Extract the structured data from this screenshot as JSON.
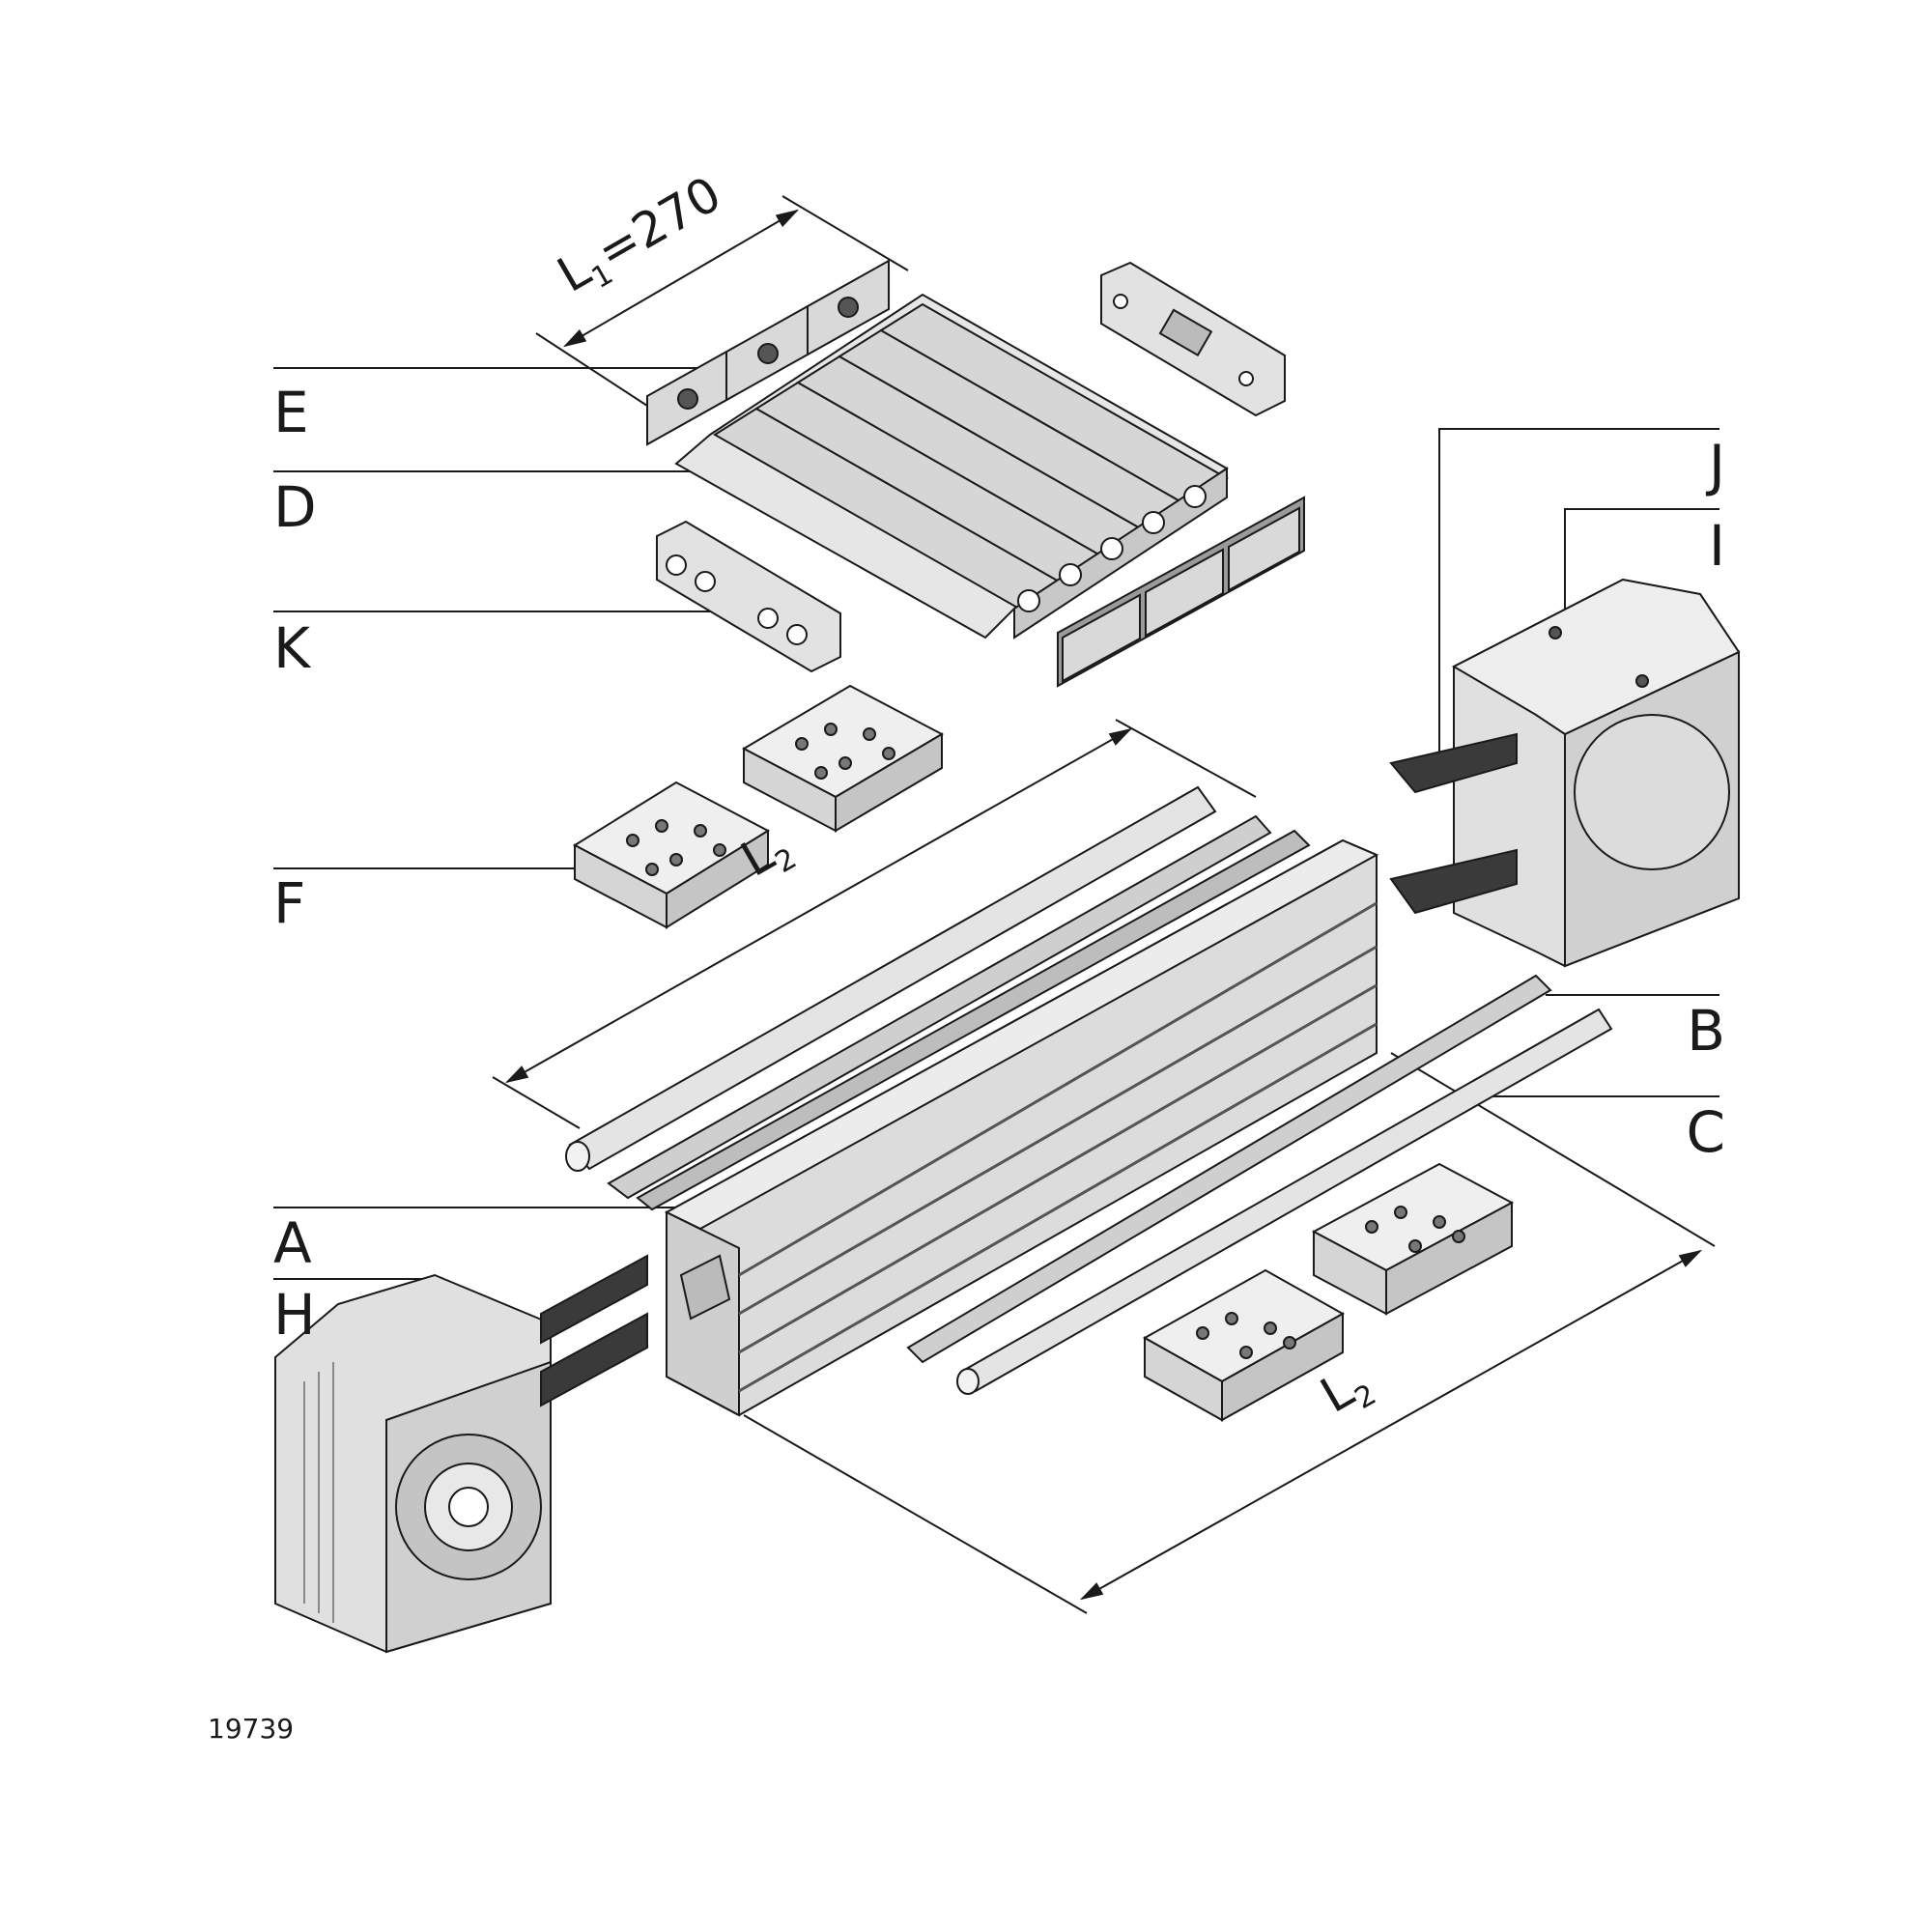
{
  "labels": {
    "A": "A",
    "B": "B",
    "C": "C",
    "D": "D",
    "E": "E",
    "F": "F",
    "H": "H",
    "I": "I",
    "J": "J",
    "K": "K"
  },
  "dimensions": {
    "l1": {
      "symbol": "L",
      "subscript": "1",
      "value": "=270"
    },
    "l2_upper": {
      "symbol": "L",
      "subscript": "2"
    },
    "l2_lower": {
      "symbol": "L",
      "subscript": "2"
    }
  },
  "figure_number": "19739",
  "colors": {
    "metal": "#e6e6e6",
    "metal_dark": "#bdbdbd",
    "strip": "#3a3a3a",
    "line": "#1a1a1a"
  }
}
